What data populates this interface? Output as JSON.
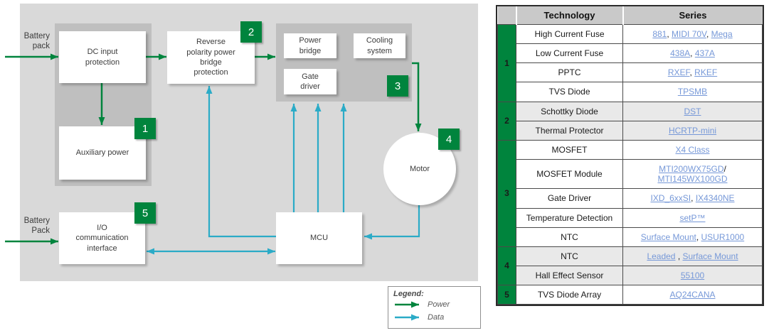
{
  "colors": {
    "accent_green": "#00843D",
    "data_teal": "#2BABC7",
    "link_blue": "#7698D8",
    "diagram_bg": "#D9D9D9",
    "panel_gray": "#BFBFBF",
    "header_gray": "#C9C9C9",
    "shaded_row": "#E9E9E9"
  },
  "diagram": {
    "labels": {
      "battery_top": "Battery\npack",
      "battery_bottom": "Battery\nPack"
    },
    "boxes": {
      "dc_input": "DC input\nprotection",
      "reverse_polarity": "Reverse\npolarity power\nbridge\nprotection",
      "power_bridge": "Power\nbridge",
      "cooling_system": "Cooling\nsystem",
      "gate_driver": "Gate\ndriver",
      "auxiliary_power": "Auxiliary power",
      "io_interface": "I/O\ncommunication\ninterface",
      "mcu": "MCU",
      "motor": "Motor"
    },
    "badges": [
      "1",
      "2",
      "3",
      "4",
      "5"
    ],
    "legend": {
      "title": "Legend:",
      "power": "Power",
      "data": "Data"
    }
  },
  "table": {
    "headers": {
      "technology": "Technology",
      "series": "Series"
    },
    "groups": [
      {
        "num": "1",
        "shaded": false,
        "rows": [
          {
            "tech": "High Current Fuse",
            "series": [
              {
                "t": "881",
                "link": true
              },
              {
                "t": ", "
              },
              {
                "t": "MIDI 70V",
                "link": true
              },
              {
                "t": ", "
              },
              {
                "t": "Mega",
                "link": true
              }
            ]
          },
          {
            "tech": "Low Current Fuse",
            "series": [
              {
                "t": "438A",
                "link": true
              },
              {
                "t": ", "
              },
              {
                "t": "437A",
                "link": true
              }
            ]
          },
          {
            "tech": "PPTC",
            "series": [
              {
                "t": "RXEF",
                "link": true
              },
              {
                "t": ", "
              },
              {
                "t": "RKEF",
                "link": true
              }
            ]
          },
          {
            "tech": "TVS Diode",
            "series": [
              {
                "t": "TPSMB",
                "link": true
              }
            ]
          }
        ]
      },
      {
        "num": "2",
        "shaded": true,
        "rows": [
          {
            "tech": "Schottky Diode",
            "series": [
              {
                "t": "DST",
                "link": true
              }
            ]
          },
          {
            "tech": "Thermal Protector",
            "series": [
              {
                "t": "HCRTP-mini",
                "link": true
              }
            ]
          }
        ]
      },
      {
        "num": "3",
        "shaded": false,
        "rows": [
          {
            "tech": "MOSFET",
            "series": [
              {
                "t": "X4 Class",
                "link": true
              }
            ]
          },
          {
            "tech": "MOSFET Module",
            "series": [
              {
                "t": "MTI200WX75GD",
                "link": true
              },
              {
                "t": "/"
              },
              {
                "br": true
              },
              {
                "t": "MTI145WX100GD",
                "link": true
              }
            ]
          },
          {
            "tech": "Gate Driver",
            "series": [
              {
                "t": "IXD_6xxSI",
                "link": true
              },
              {
                "t": ", "
              },
              {
                "t": "IX4340NE",
                "link": true
              }
            ]
          },
          {
            "tech": "Temperature Detection",
            "series": [
              {
                "t": "setP™",
                "link": true
              }
            ]
          },
          {
            "tech": "NTC",
            "series": [
              {
                "t": "Surface Mount",
                "link": true
              },
              {
                "t": ", "
              },
              {
                "t": "USUR1000",
                "link": true
              }
            ]
          }
        ]
      },
      {
        "num": "4",
        "shaded": true,
        "rows": [
          {
            "tech": "NTC",
            "series": [
              {
                "t": "Leaded",
                "link": true
              },
              {
                "t": " , "
              },
              {
                "t": "Surface Mount",
                "link": true
              }
            ]
          },
          {
            "tech": "Hall Effect Sensor",
            "series": [
              {
                "t": "55100",
                "link": true
              }
            ]
          }
        ]
      },
      {
        "num": "5",
        "shaded": false,
        "rows": [
          {
            "tech": "TVS Diode Array",
            "series": [
              {
                "t": "AQ24CANA",
                "link": true
              }
            ]
          }
        ]
      }
    ]
  }
}
